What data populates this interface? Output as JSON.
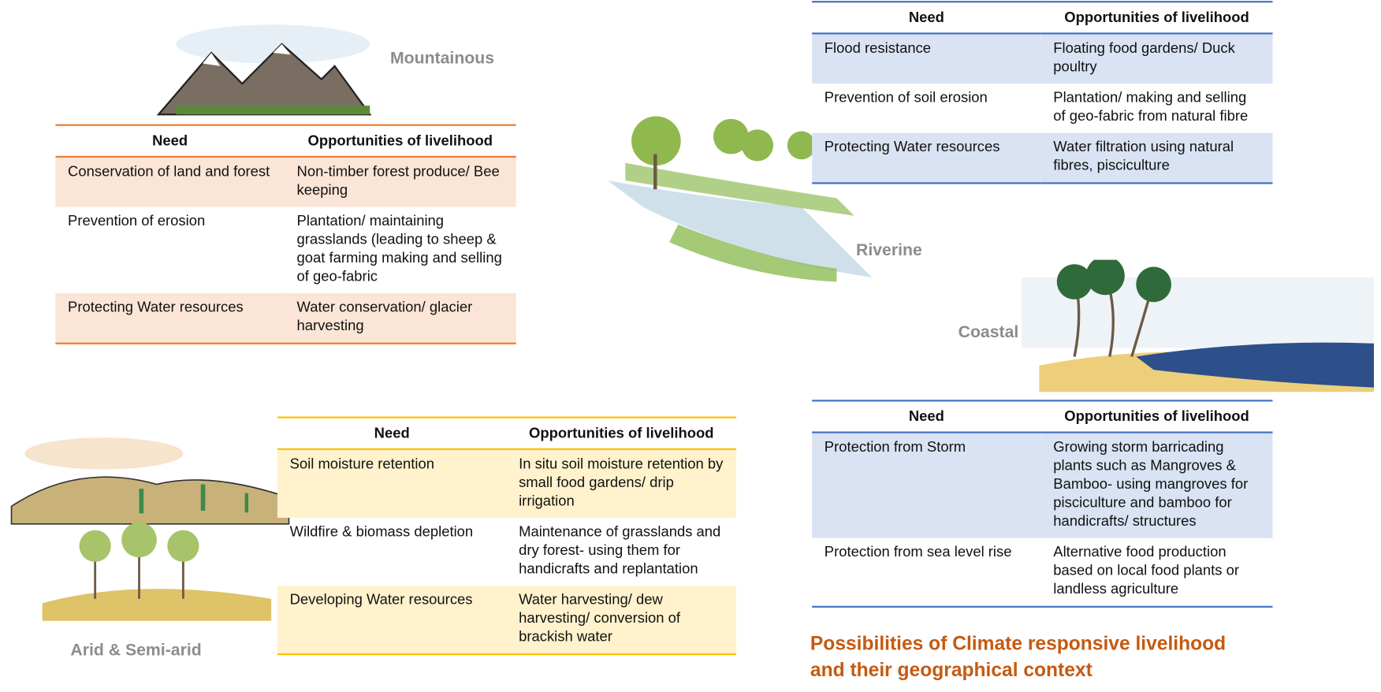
{
  "headers": {
    "need": "Need",
    "opportunities": "Opportunities of livelihood"
  },
  "colors": {
    "mountain": "#ed7d31",
    "riverine": "#4472c4",
    "coastal": "#4472c4",
    "arid": "#ffc000",
    "title": "#c55a11"
  },
  "mountainous": {
    "label": "Mountainous",
    "rows": [
      {
        "need": "Conservation of land and forest",
        "opportunity": "Non-timber forest produce/ Bee keeping"
      },
      {
        "need": "Prevention of erosion",
        "opportunity": "Plantation/ maintaining grasslands (leading to sheep & goat farming making and selling of geo-fabric"
      },
      {
        "need": "Protecting Water resources",
        "opportunity": "Water conservation/ glacier harvesting"
      }
    ]
  },
  "riverine": {
    "label": "Riverine",
    "rows": [
      {
        "need": "Flood resistance",
        "opportunity": "Floating food gardens/ Duck poultry"
      },
      {
        "need": "Prevention of soil erosion",
        "opportunity": "Plantation/ making and selling of geo-fabric from natural fibre"
      },
      {
        "need": "Protecting Water resources",
        "opportunity": "Water filtration using natural fibres, pisciculture"
      }
    ]
  },
  "coastal": {
    "label": "Coastal",
    "rows": [
      {
        "need": "Protection from Storm",
        "opportunity": "Growing storm barricading plants such as Mangroves & Bamboo- using mangroves for pisciculture and bamboo for handicrafts/ structures"
      },
      {
        "need": "Protection from sea level rise",
        "opportunity": "Alternative food production based on local food plants or landless agriculture"
      }
    ]
  },
  "arid": {
    "label": "Arid & Semi-arid",
    "rows": [
      {
        "need": "Soil moisture retention",
        "opportunity": "In situ soil moisture retention by small food gardens/ drip irrigation"
      },
      {
        "need": "Wildfire & biomass depletion",
        "opportunity": "Maintenance of grasslands and dry forest- using them for handicrafts and replantation"
      },
      {
        "need": "Developing Water resources",
        "opportunity": "Water harvesting/ dew harvesting/ conversion of brackish water"
      }
    ]
  },
  "title": {
    "line1": "Possibilities of Climate responsive livelihood",
    "line2": "and their geographical context"
  }
}
